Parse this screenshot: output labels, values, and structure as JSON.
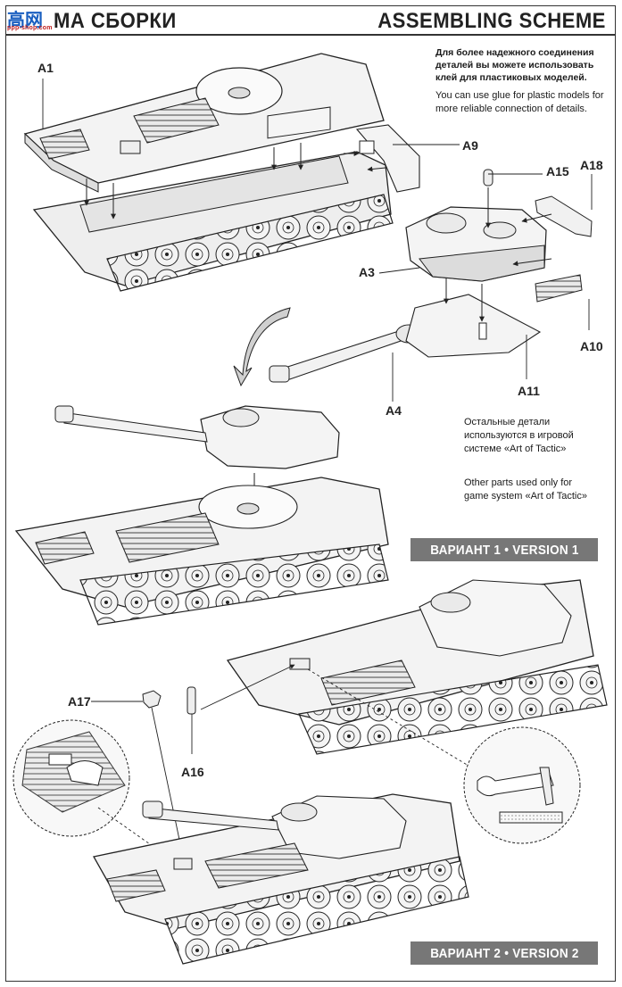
{
  "header": {
    "title_ru": "МА СБОРКИ",
    "title_en": "ASSEMBLING SCHEME",
    "logo_glyphs": "高网",
    "logo_text": "ppp-shop.com"
  },
  "notes": {
    "glue_ru": "Для более надежного соединения деталей вы можете использовать клей для пластиковых моделей.",
    "glue_en": "You can use glue for plastic models for more reliable connection of details.",
    "other_ru": "Остальные детали используются в игровой системе «Art of Tactic»",
    "other_en": "Other parts used only for game system «Art of Tactic»"
  },
  "parts": {
    "a1": "A1",
    "a9": "A9",
    "a15": "A15",
    "a18": "A18",
    "a3": "A3",
    "a10": "A10",
    "a11": "A11",
    "a4": "A4",
    "a17": "A17",
    "a16": "A16"
  },
  "versions": {
    "v1": "ВАРИАНТ 1 • VERSION 1",
    "v2": "ВАРИАНТ 2 • VERSION 2"
  },
  "colors": {
    "line": "#222222",
    "part_fill": "#f2f2f2",
    "shade": "#d8d8d8",
    "badge": "#777777"
  }
}
